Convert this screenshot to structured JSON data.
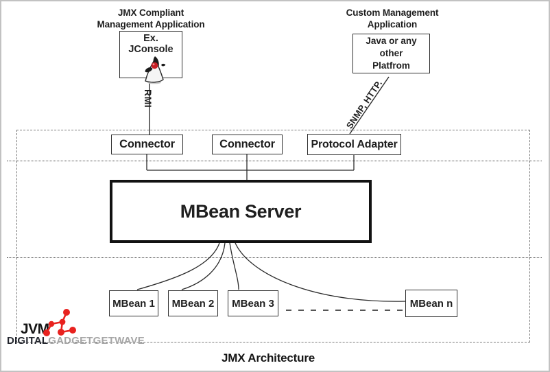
{
  "window": {
    "caption": "JMX Architecture"
  },
  "managers": {
    "jmx": {
      "title_line1": "JMX Compliant",
      "title_line2": "Management Application",
      "box_label": "Ex. JConsole",
      "icon": "java-duke-mascot"
    },
    "custom": {
      "title_line1": "Custom Management",
      "title_line2": "Application",
      "box_line1": "Java or any other",
      "box_line2": "Platfrom"
    }
  },
  "links": {
    "rmi_label": "RMI",
    "snmp_label": "SNMP, HTTP."
  },
  "jvm_region": {
    "jvm_label": "JVM",
    "adapters": {
      "connector_1": "Connector",
      "connector_2": "Connector",
      "protocol_adapter": "Protocol Adapter"
    },
    "mbean_server_label": "MBean Server",
    "mbeans": [
      "MBean 1",
      "MBean 2",
      "MBean 3",
      "MBean n"
    ]
  },
  "branding": {
    "watermark_bold": "DIGITAL",
    "watermark_light": "GADGETGETWAVE",
    "logo_icon": "red-molecule-logo",
    "logo_color": "#e8221f"
  }
}
